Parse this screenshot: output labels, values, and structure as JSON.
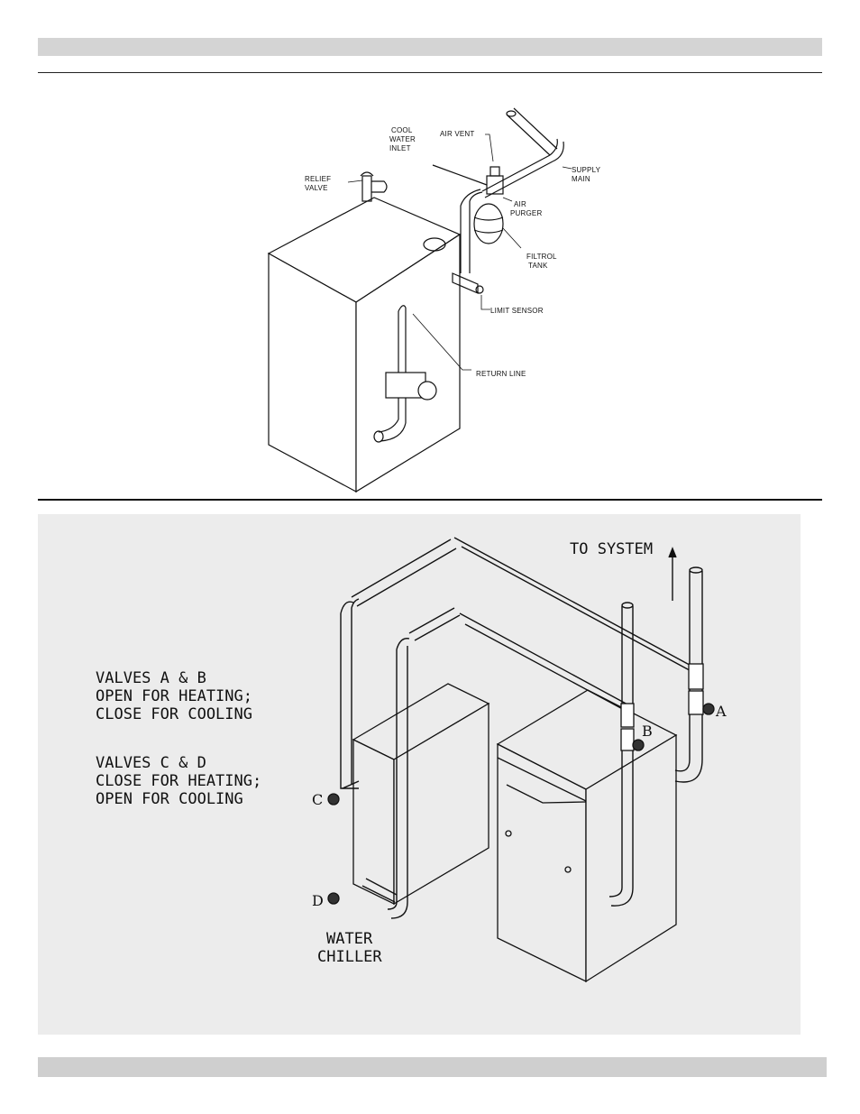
{
  "figure_top": {
    "labels": {
      "cool_water_inlet_1": "COOL",
      "cool_water_inlet_2": "WATER",
      "cool_water_inlet_3": "INLET",
      "air_vent": "AIR VENT",
      "supply_main_1": "SUPPLY",
      "supply_main_2": "MAIN",
      "relief_valve_1": "RELIEF",
      "relief_valve_2": "VALVE",
      "air_purger_1": "AIR",
      "air_purger_2": "PURGER",
      "filtrol_tank_1": "FILTROL",
      "filtrol_tank_2": "TANK",
      "limit_sensor": "LIMIT SENSOR",
      "return_line": "RETURN LINE"
    }
  },
  "figure_bottom": {
    "to_system": "TO SYSTEM",
    "note_ab": [
      "VALVES A & B",
      "OPEN FOR HEATING;",
      "CLOSE FOR COOLING"
    ],
    "note_cd": [
      "VALVES C & D",
      "CLOSE FOR HEATING;",
      "OPEN FOR COOLING"
    ],
    "valve_a": "A",
    "valve_b": "B",
    "valve_c": "C",
    "valve_d": "D",
    "chiller_1": "WATER",
    "chiller_2": "CHILLER"
  }
}
